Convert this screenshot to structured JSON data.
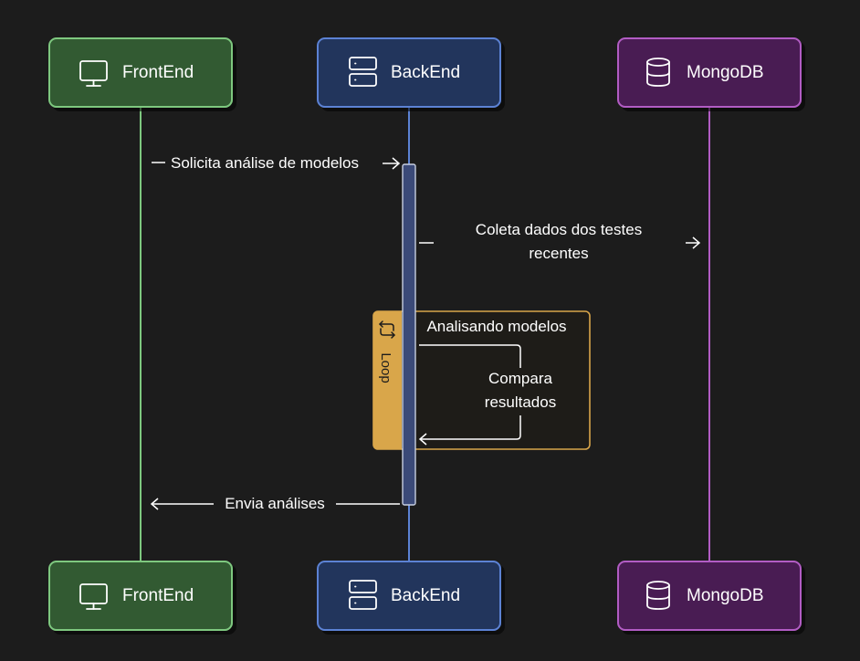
{
  "colors": {
    "background": "#1c1c1c",
    "frontend_fill": "#305a33",
    "frontend_stroke": "#7ec87f",
    "backend_fill": "#24365c",
    "backend_stroke": "#5b82d4",
    "mongodb_fill": "#4a1f52",
    "mongodb_stroke": "#b25cc4",
    "loop_accent": "#d9a64a",
    "activation_fill": "#3b4a78"
  },
  "participants": [
    {
      "id": "frontend",
      "name": "FrontEnd",
      "icon": "monitor-icon"
    },
    {
      "id": "backend",
      "name": "BackEnd",
      "icon": "server-icon"
    },
    {
      "id": "mongodb",
      "name": "MongoDB",
      "icon": "database-icon"
    }
  ],
  "messages": [
    {
      "from": "frontend",
      "to": "backend",
      "lines": [
        "Solicita análise de modelos"
      ]
    },
    {
      "from": "backend",
      "to": "mongodb",
      "lines": [
        "Coleta dados dos testes",
        "recentes"
      ]
    },
    {
      "from": "backend",
      "to": "backend",
      "lines": [
        "Compara",
        "resultados"
      ]
    },
    {
      "from": "backend",
      "to": "frontend",
      "lines": [
        "Envia análises"
      ]
    }
  ],
  "loop": {
    "kind": "Loop",
    "label": "Analisando modelos"
  }
}
